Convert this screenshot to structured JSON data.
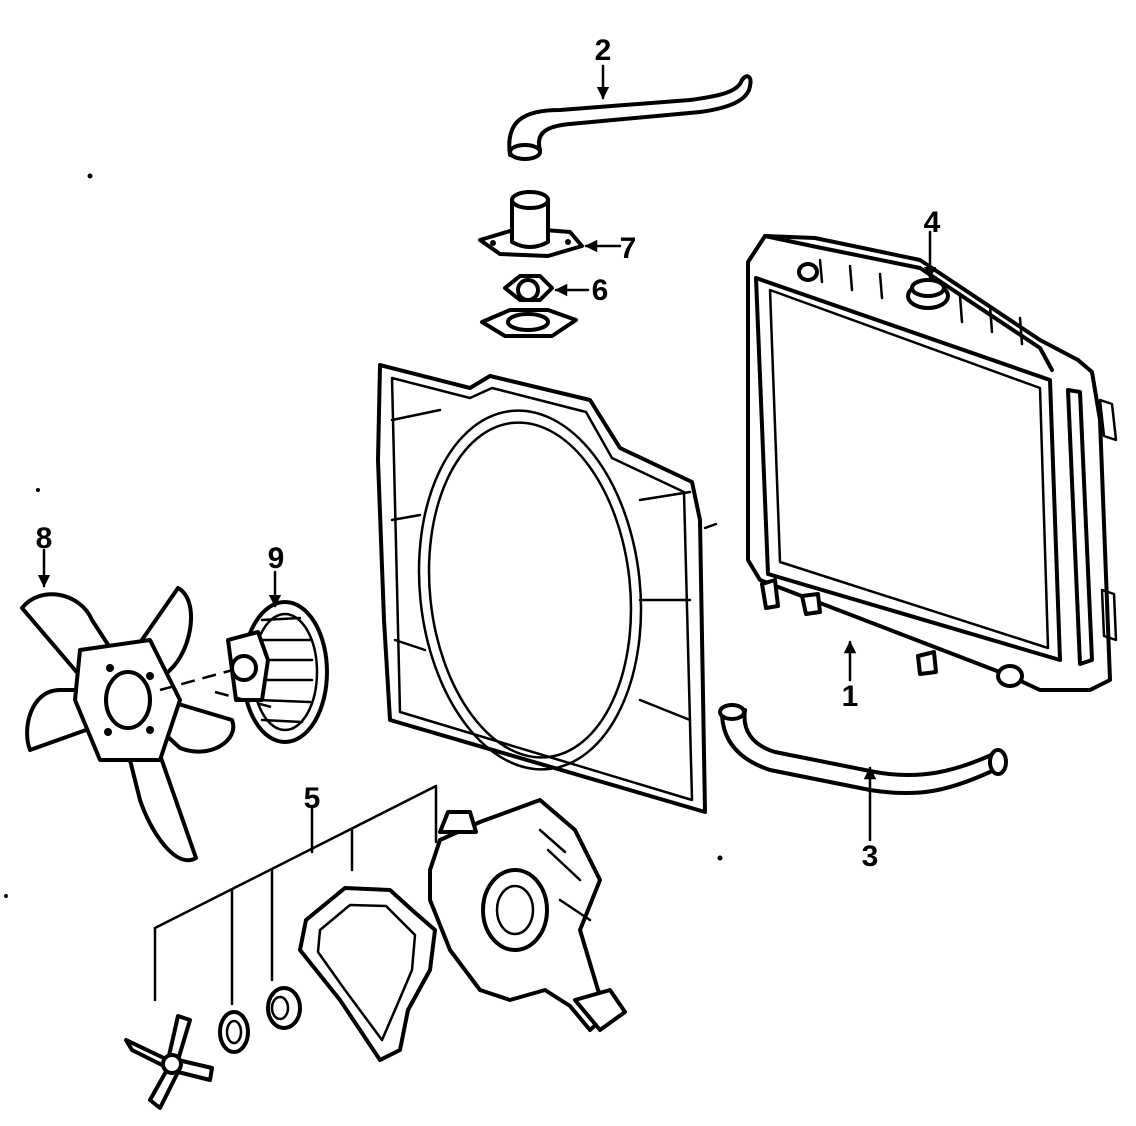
{
  "diagram": {
    "callouts": [
      {
        "id": "radiator",
        "label": "1"
      },
      {
        "id": "upper-hose",
        "label": "2"
      },
      {
        "id": "lower-hose",
        "label": "3"
      },
      {
        "id": "radiator-cap",
        "label": "4"
      },
      {
        "id": "water-pump-assembly",
        "label": "5"
      },
      {
        "id": "thermostat",
        "label": "6"
      },
      {
        "id": "thermostat-housing",
        "label": "7"
      },
      {
        "id": "fan-blade",
        "label": "8"
      },
      {
        "id": "fan-clutch",
        "label": "9"
      }
    ]
  }
}
